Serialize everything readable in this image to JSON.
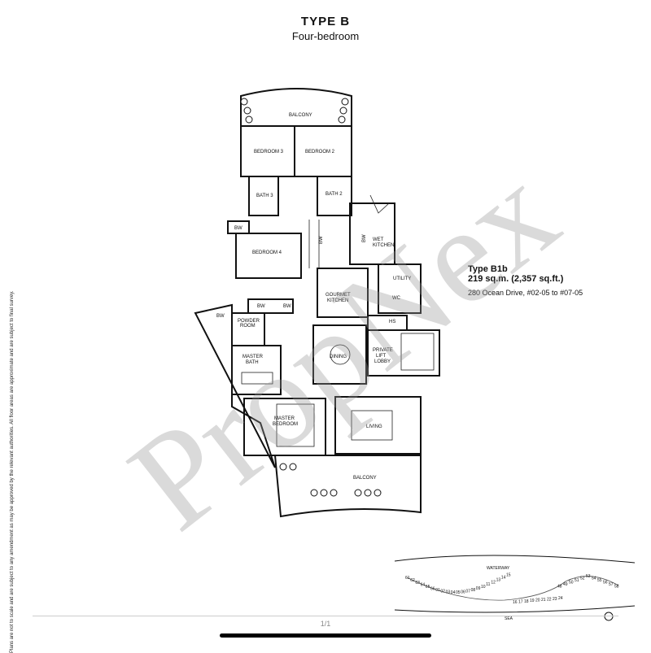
{
  "header": {
    "title": "TYPE B",
    "subtitle": "Four-bedroom"
  },
  "unit": {
    "type": "Type B1b",
    "area": "219 sq.m. (2,357 sq.ft.)",
    "address": "280 Ocean Drive, #02-05 to #07-05"
  },
  "rooms": {
    "balcony_top": "BALCONY",
    "bedroom3": "BEDROOM 3",
    "bedroom2": "BEDROOM 2",
    "bath3": "BATH 3",
    "bath2": "BATH 2",
    "bw1": "BW",
    "bedroom4": "BEDROOM 4",
    "bw2": "BW",
    "wet_kitchen_1": "WET",
    "wet_kitchen_2": "KITCHEN",
    "bw3": "BW",
    "utility": "UTILITY",
    "gourmet_1": "GOURMET",
    "gourmet_2": "KITCHEN",
    "wc": "WC",
    "bw4": "BW",
    "bw5": "BW",
    "bw6": "BW",
    "powder_1": "POWDER",
    "powder_2": "ROOM",
    "hs": "HS",
    "dining": "DINING",
    "lobby_1": "PRIVATE",
    "lobby_2": "LIFT",
    "lobby_3": "LOBBY",
    "master_bath_1": "MASTER",
    "master_bath_2": "BATH",
    "master_bed_1": "MASTER",
    "master_bed_2": "BEDROOM",
    "living": "LIVING",
    "balcony_bottom": "BALCONY"
  },
  "siteplan": {
    "waterway": "WATERWAY",
    "sea": "SEA",
    "units_left": [
      "61",
      "62",
      "63",
      "64",
      "65",
      "66",
      "01",
      "02",
      "03",
      "04",
      "05",
      "06",
      "07",
      "08",
      "09",
      "10",
      "11",
      "12",
      "13",
      "14",
      "15"
    ],
    "units_mid": [
      "16",
      "17",
      "18",
      "19",
      "20",
      "21",
      "22",
      "23",
      "24"
    ],
    "units_right": [
      "48",
      "49",
      "50",
      "51",
      "52",
      "53",
      "54",
      "55",
      "56",
      "57",
      "58"
    ]
  },
  "disclaimer": "Plans are not to scale and are subject to any amendment as may be approved by the relevant authorities. All floor areas are approximate and are subject to final survey.",
  "watermark": "PropNex",
  "page": "1/1"
}
